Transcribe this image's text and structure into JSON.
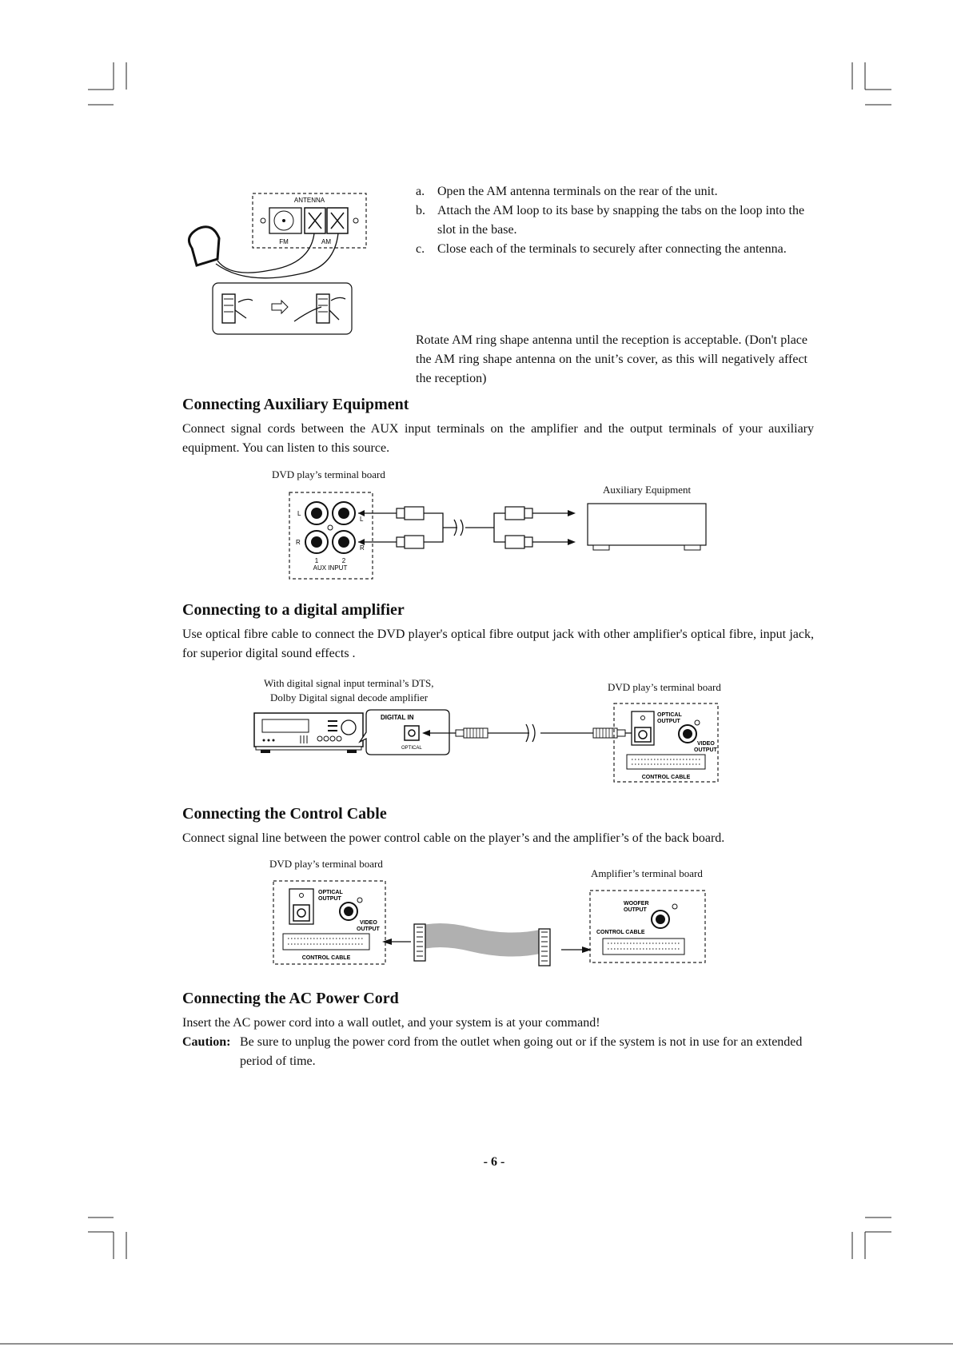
{
  "antenna": {
    "steps": [
      {
        "letter": "a.",
        "text": "Open the AM antenna terminals on the rear of the unit."
      },
      {
        "letter": "b.",
        "text": "Attach the AM loop to its base by snapping the tabs on the loop into the slot in the base."
      },
      {
        "letter": "c.",
        "text": "Close each of the terminals to securely after connecting the antenna."
      }
    ],
    "note": "Rotate AM ring shape antenna until the reception is acceptable. (Don't place the AM ring shape antenna on the unit’s cover, as this will negatively affect the reception)",
    "figure": {
      "panel_label": "ANTENNA",
      "fm_label": "FM",
      "am_label": "AM"
    }
  },
  "aux": {
    "heading": "Connecting Auxiliary Equipment",
    "text": "Connect signal cords between the AUX input terminals on the amplifier and the output terminals of your auxiliary equipment. You can listen to this source.",
    "caption_left": "DVD play’s terminal board",
    "caption_right": "Auxiliary Equipment",
    "figure": {
      "l": "L",
      "r": "R",
      "one": "1",
      "two": "2",
      "aux_input": "AUX INPUT"
    }
  },
  "digital": {
    "heading": "Connecting to a digital amplifier",
    "text": "Use optical fibre cable to connect the DVD player's optical fibre output jack with other amplifier's optical fibre, input jack, for superior digital sound effects .",
    "caption_left_1": "With digital signal input terminal’s DTS,",
    "caption_left_2": "Dolby Digital signal decode amplifier",
    "caption_right": "DVD play’s terminal board",
    "figure": {
      "digital_in": "DIGITAL IN",
      "optical": "OPTICAL",
      "optical_output_1": "OPTICAL",
      "optical_output_2": "OUTPUT",
      "video_output_1": "VIDEO",
      "video_output_2": "OUTPUT",
      "control_cable": "CONTROL CABLE"
    }
  },
  "control": {
    "heading": "Connecting the Control Cable",
    "text": "Connect signal line between the power control cable on the player’s and the amplifier’s of the back board.",
    "caption_left": "DVD play’s terminal board",
    "caption_right": "Amplifier’s terminal board",
    "figure": {
      "optical_output_1": "OPTICAL",
      "optical_output_2": "OUTPUT",
      "video_output_1": "VIDEO",
      "video_output_2": "OUTPUT",
      "control_cable": "CONTROL CABLE",
      "woofer_output_1": "WOOFER",
      "woofer_output_2": "OUTPUT",
      "control_cable_right": "CONTROL CABLE"
    }
  },
  "power": {
    "heading": "Connecting the AC Power Cord",
    "text": "Insert the AC power cord into a wall outlet, and your system is at your command!",
    "caution_label": "Caution:",
    "caution_text": "Be sure to unplug the power cord from the outlet when going out or if the system is not in use for an extended period of time."
  },
  "page_number": "- 6 -"
}
